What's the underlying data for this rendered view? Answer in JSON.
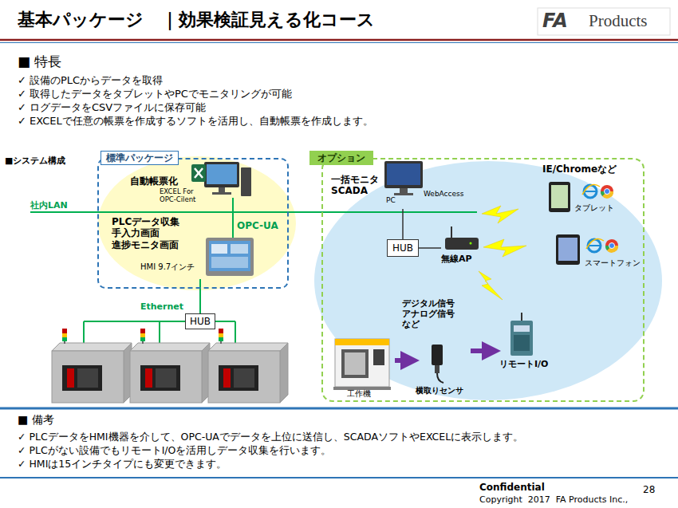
{
  "diagram": {
    "title": "基本パッケージ　｜効果検証見える化コース",
    "nodes": [
      {
        "text": [
          "標準パッケージ"
        ]
      },
      {
        "text": [
          "自動帳票化",
          "EXCEL For OPC-Cilent"
        ],
        "in": 0
      },
      {
        "text": [
          "PLCデータ収集 手入力画面 進捗モニタ画面",
          "HMI 9.7インチ"
        ],
        "in": 0
      },
      {
        "text": [
          "オプション"
        ]
      },
      {
        "text": [
          "一括モニタ SCADA",
          "WebAccess",
          "PC"
        ],
        "in": 3
      },
      {
        "text": [
          "HUB"
        ],
        "in": 3
      },
      {
        "text": [
          "無線AP"
        ],
        "in": 3
      },
      {
        "text": [
          "タブレット"
        ],
        "in": 3
      },
      {
        "text": [
          "スマートフォン"
        ],
        "in": 3
      },
      {
        "text": [
          "工作機"
        ],
        "in": 3
      },
      {
        "text": [
          "横取りセンサ"
        ],
        "in": 3
      },
      {
        "text": [
          "リモートI/O"
        ],
        "in": 3
      },
      {
        "text": [
          "HUB"
        ]
      }
    ],
    "edges": [
      {
        "from": 5,
        "to": 4,
        "arrow": "none"
      },
      {
        "from": 5,
        "to": 6,
        "arrow": "none"
      },
      {
        "from": 12,
        "to": 2,
        "arrow": "none"
      },
      {
        "from": 9,
        "to": 10,
        "arrow": "to"
      },
      {
        "from": 10,
        "to": 11,
        "arrow": "to"
      }
    ],
    "labels": [
      "FA",
      "Products",
      "■ 特長",
      "✓ 設備のPLCからデータを取得",
      "✓ 取得したデータをタブレットやPCでモニタリングが可能",
      "✓ ログデータをCSVファイルに保存可能",
      "✓ EXCELで任意の帳票を作成するソフトを活用し、自動帳票を作成します。",
      "■システム構成",
      "社内LAN",
      "OPC-UA",
      "Ethernet",
      "IE/Chromeなど",
      "デジタル信号 アナログ信号 など",
      "■ 備考",
      "✓ PLCデータをHMI機器を介して、OPC-UAでデータを上位に送信し、SCADAソフトやEXCELに表示します。",
      "✓ PLCがない設備でもリモートI/Oを活用しデータ収集を行います。",
      "✓ HMIは15インチタイプにも変更できます。",
      "Confidential",
      "28",
      "Copyright  2017  FA Products Inc.,"
    ]
  }
}
